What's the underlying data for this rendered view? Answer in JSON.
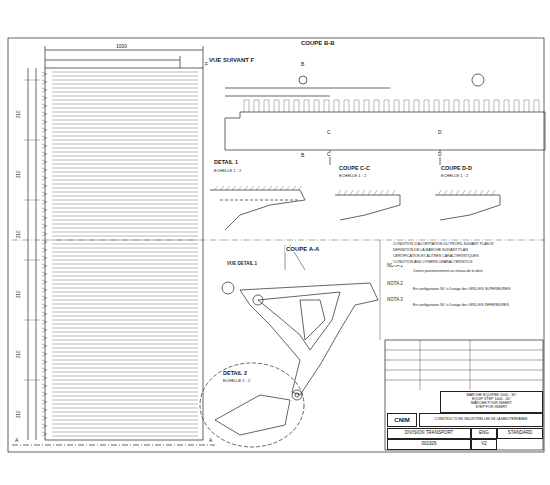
{
  "diagram": {
    "nodes": [
      {
        "text": [
          "MARCHE EQUIPEE 1000 - 30°",
          "EQUIP STEP 1000 - 30°",
          "MARCHE POUR INSERT",
          "STEP FOR INSERT"
        ]
      },
      {
        "text": [
          "CNIM"
        ]
      },
      {
        "text": [
          "CONSTRUCTIONS INDUSTRIELLES DE LA MEDITERRANEE"
        ]
      },
      {
        "text": [
          "DIVISION TRANSPORT"
        ]
      },
      {
        "text": [
          "ENG"
        ]
      },
      {
        "text": [
          "STANDARD"
        ]
      },
      {
        "text": [
          "V2"
        ]
      },
      {
        "text": [
          "001926"
        ]
      }
    ],
    "labels": [
      "VUE SUIVANT F",
      "COUPE B-B",
      "DETAIL 1",
      "COUPE C-C",
      "COUPE D-D",
      "COUPE A-A",
      "VUE DETAIL 1",
      "DETAIL 2",
      "NOTA 1",
      "NOTA 2",
      "NOTA 3",
      "B",
      "B",
      "C",
      "C",
      "D",
      "D",
      "A",
      "A",
      "F",
      "ECHELLE 1 : 2",
      "ECHELLE 1 : 2",
      "ECHELLE 1 : 2",
      "ECHELLE 1 : 2",
      "210",
      "210",
      "210",
      "210",
      "210",
      "210",
      "1000",
      "CONDITION D'ACCEPTATION DU PROFIL SUIVANT PLAN N°",
      "DEFINITION DE LA MARCHE SUIVANT PLAN",
      "CERTIFICATION ET AUTRES CARACTERISTIQUES",
      "CONDITION AND OTHERS CHARACTERISTICS",
      "Centre positionnement au niveau de la dent",
      "En configuration 30° à l'usage des GRILLES SUPERIEURES",
      "En configuration 30° à l'usage des GRILLES INFERIEURES"
    ]
  }
}
